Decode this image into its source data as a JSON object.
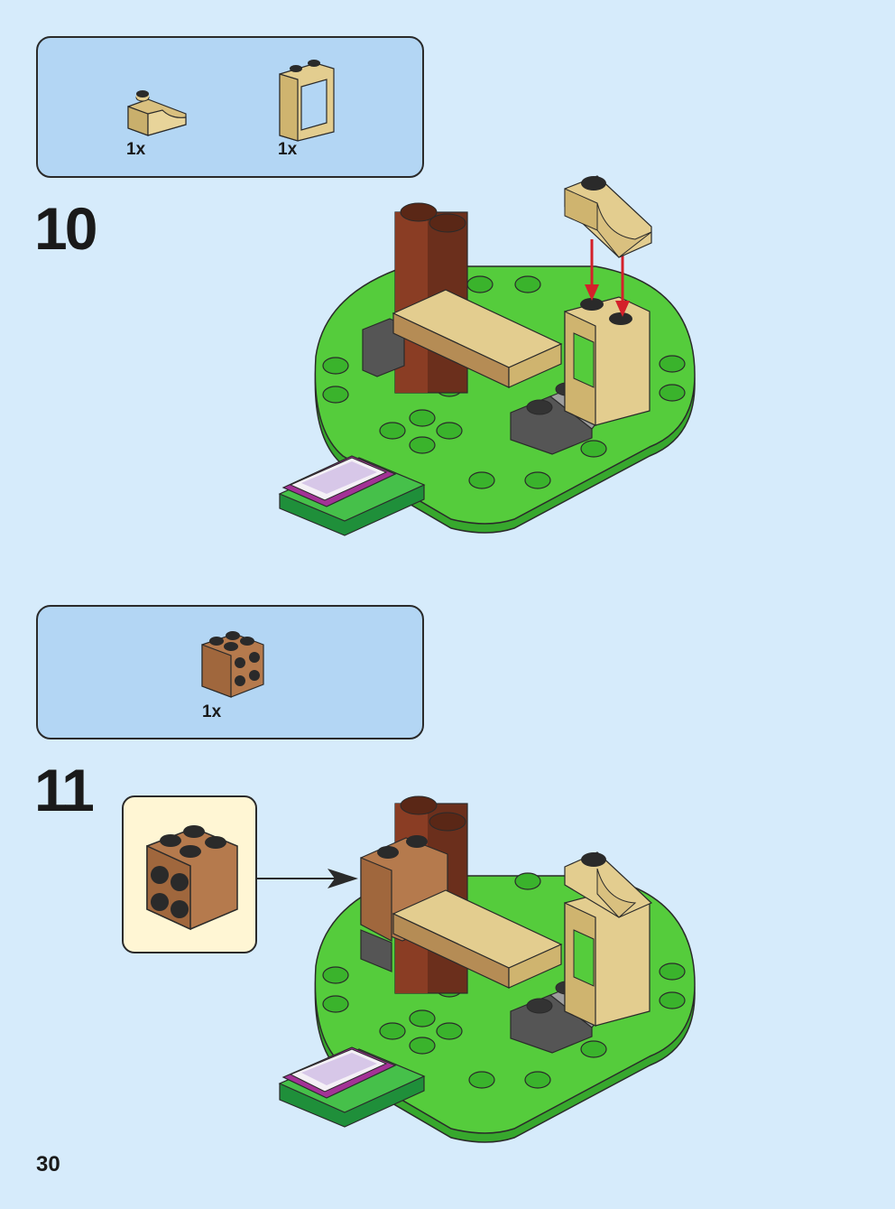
{
  "page": {
    "number": "30"
  },
  "steps": [
    {
      "number": "10",
      "parts": [
        {
          "qty": "1x",
          "name": "tan-slope-brick",
          "color": "#e3cd8f"
        },
        {
          "qty": "1x",
          "name": "tan-window-frame",
          "color": "#e3cd8f"
        }
      ]
    },
    {
      "number": "11",
      "parts": [
        {
          "qty": "1x",
          "name": "brown-2x2-brick",
          "color": "#b57a4d"
        }
      ]
    }
  ],
  "colors": {
    "background": "#d6ebfb",
    "parts_box": "#b3d6f4",
    "callout": "#fff6d4",
    "base_green": "#4fc93a",
    "tan": "#e3cd8f",
    "dark_brown": "#6b2f1c",
    "arrow_red": "#d4202a"
  }
}
